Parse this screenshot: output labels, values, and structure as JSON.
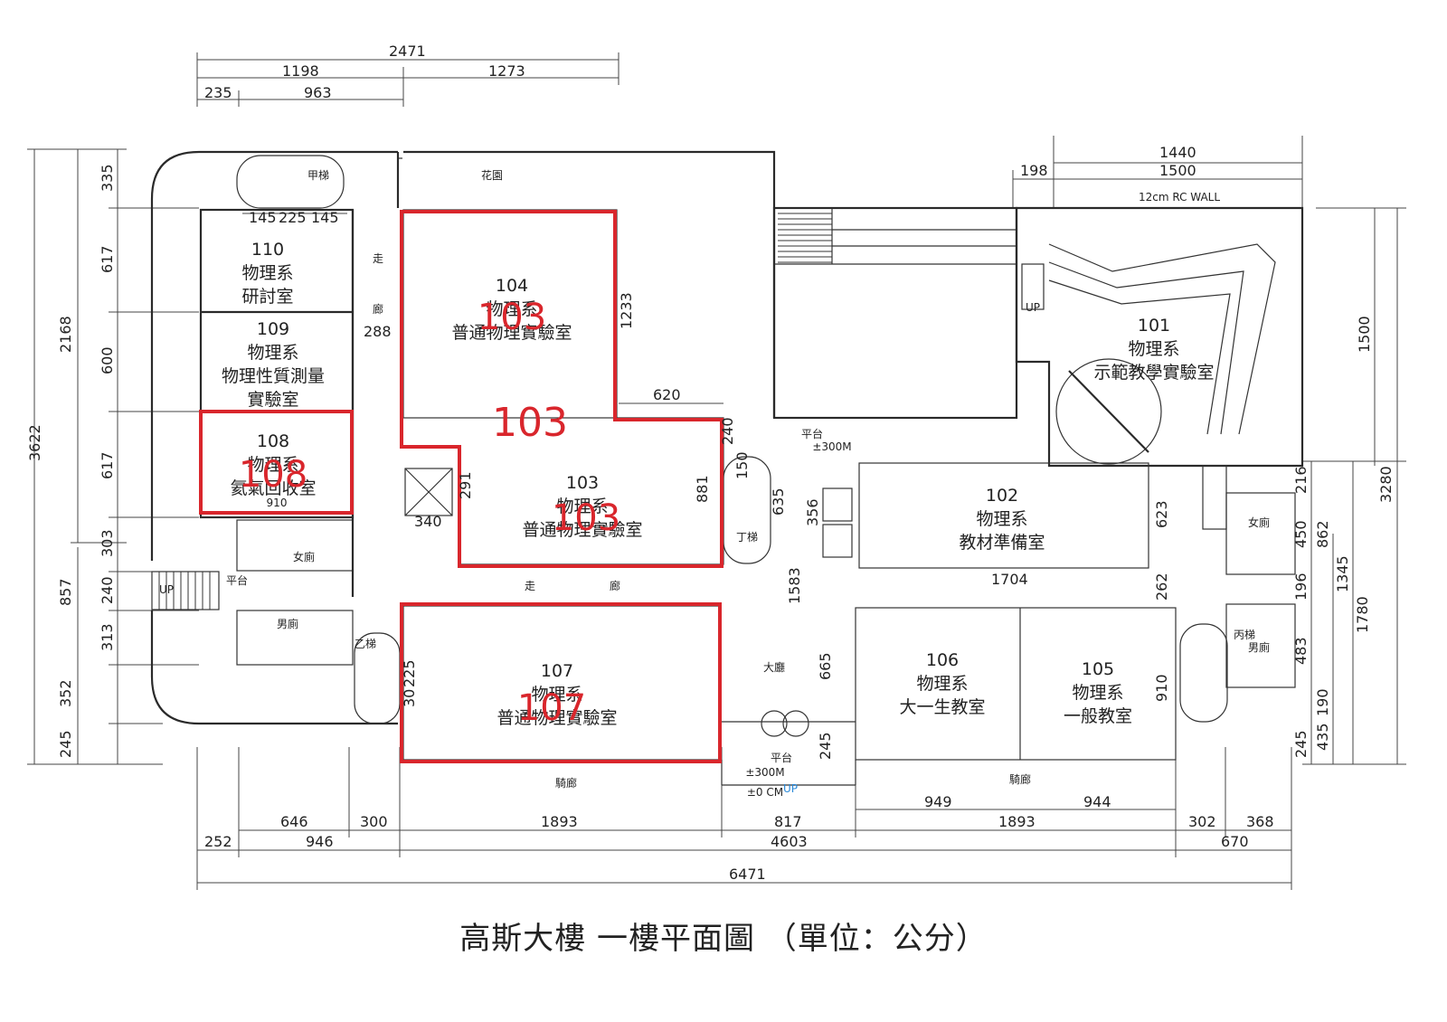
{
  "title": "高斯大樓  一樓平面圖  （單位：公分）",
  "colors": {
    "highlight": "#d9262c",
    "line": "#2a2a2a"
  },
  "rooms": [
    {
      "number": "110",
      "lines": [
        "物理系",
        "研討室"
      ]
    },
    {
      "number": "109",
      "lines": [
        "物理系",
        "物理性質測量",
        "實驗室"
      ]
    },
    {
      "number": "108",
      "lines": [
        "物理系",
        "氦氣回收室"
      ]
    },
    {
      "number": "104",
      "lines": [
        "物理系",
        "普通物理實驗室"
      ]
    },
    {
      "number": "103",
      "lines": [
        "物理系",
        "普通物理實驗室"
      ]
    },
    {
      "number": "107",
      "lines": [
        "物理系",
        "普通物理實驗室"
      ]
    },
    {
      "number": "106",
      "lines": [
        "物理系",
        "大一生教室"
      ]
    },
    {
      "number": "105",
      "lines": [
        "物理系",
        "一般教室"
      ]
    },
    {
      "number": "102",
      "lines": [
        "物理系",
        "教材準備室"
      ]
    },
    {
      "number": "101",
      "lines": [
        "物理系",
        "示範教學實驗室"
      ]
    }
  ],
  "highlights": {
    "big_103": "103",
    "on_104": "103",
    "on_103": "103",
    "on_108": "108",
    "on_107": "107"
  },
  "labels": {
    "corridor_a": "走",
    "corridor_b": "廊",
    "corridor_c": "走",
    "corridor_d": "廊",
    "planter": "花園",
    "stair_d": "丁梯",
    "stair_b": "乙梯",
    "stair_c": "丙梯",
    "stair_a": "甲梯",
    "platform_1": "平台",
    "platform_2": "平台",
    "platform_3": "平台",
    "women_1": "女廁",
    "men_1": "男廁",
    "women_2": "女廁",
    "men_2": "男廁",
    "rc_wall": "12cm RC WALL",
    "hall": "大廳",
    "walkway_1": "騎廊",
    "walkway_2": "騎廊",
    "up_1": "UP",
    "up_2": "UP",
    "up_3": "UP",
    "elev_1": "±300M",
    "elev_2": "±300M",
    "elev_3": "±0 CM",
    "d910": "910"
  },
  "dims_top": {
    "d2471": "2471",
    "d1198": "1198",
    "d1273": "1273",
    "d235": "235",
    "d963": "963",
    "d145a": "145",
    "d225": "225",
    "d145b": "145",
    "d288": "288",
    "d620": "620",
    "d340": "340",
    "d291": "291",
    "d240b": "240",
    "d881": "881",
    "d635": "635",
    "d150": "150",
    "d356": "356",
    "d1233": "1233",
    "d1440": "1440",
    "d1500": "1500",
    "d198": "198",
    "d1704": "1704",
    "d1583": "1583",
    "d665": "665",
    "d245c": "245",
    "d225b": "225",
    "d30": "30",
    "d623": "623",
    "d262": "262",
    "d910b": "910"
  },
  "dims_bottom": {
    "d646": "646",
    "d300": "300",
    "d1893a": "1893",
    "d817": "817",
    "d1893b": "1893",
    "d302": "302",
    "d368": "368",
    "d949": "949",
    "d944": "944",
    "d252": "252",
    "d946": "946",
    "d4603": "4603",
    "d670": "670",
    "d6471": "6471"
  },
  "dims_left": {
    "d3622": "3622",
    "d2168": "2168",
    "d857": "857",
    "d335": "335",
    "d617a": "617",
    "d600": "600",
    "d617b": "617",
    "d303": "303",
    "d240": "240",
    "d313": "313",
    "d352": "352",
    "d245": "245"
  },
  "dims_right": {
    "d1500v": "1500",
    "d3280": "3280",
    "d1345": "1345",
    "d1780": "1780",
    "d216": "216",
    "d450": "450",
    "d862": "862",
    "d196": "196",
    "d483": "483",
    "d190": "190",
    "d245r": "245",
    "d435": "435"
  }
}
